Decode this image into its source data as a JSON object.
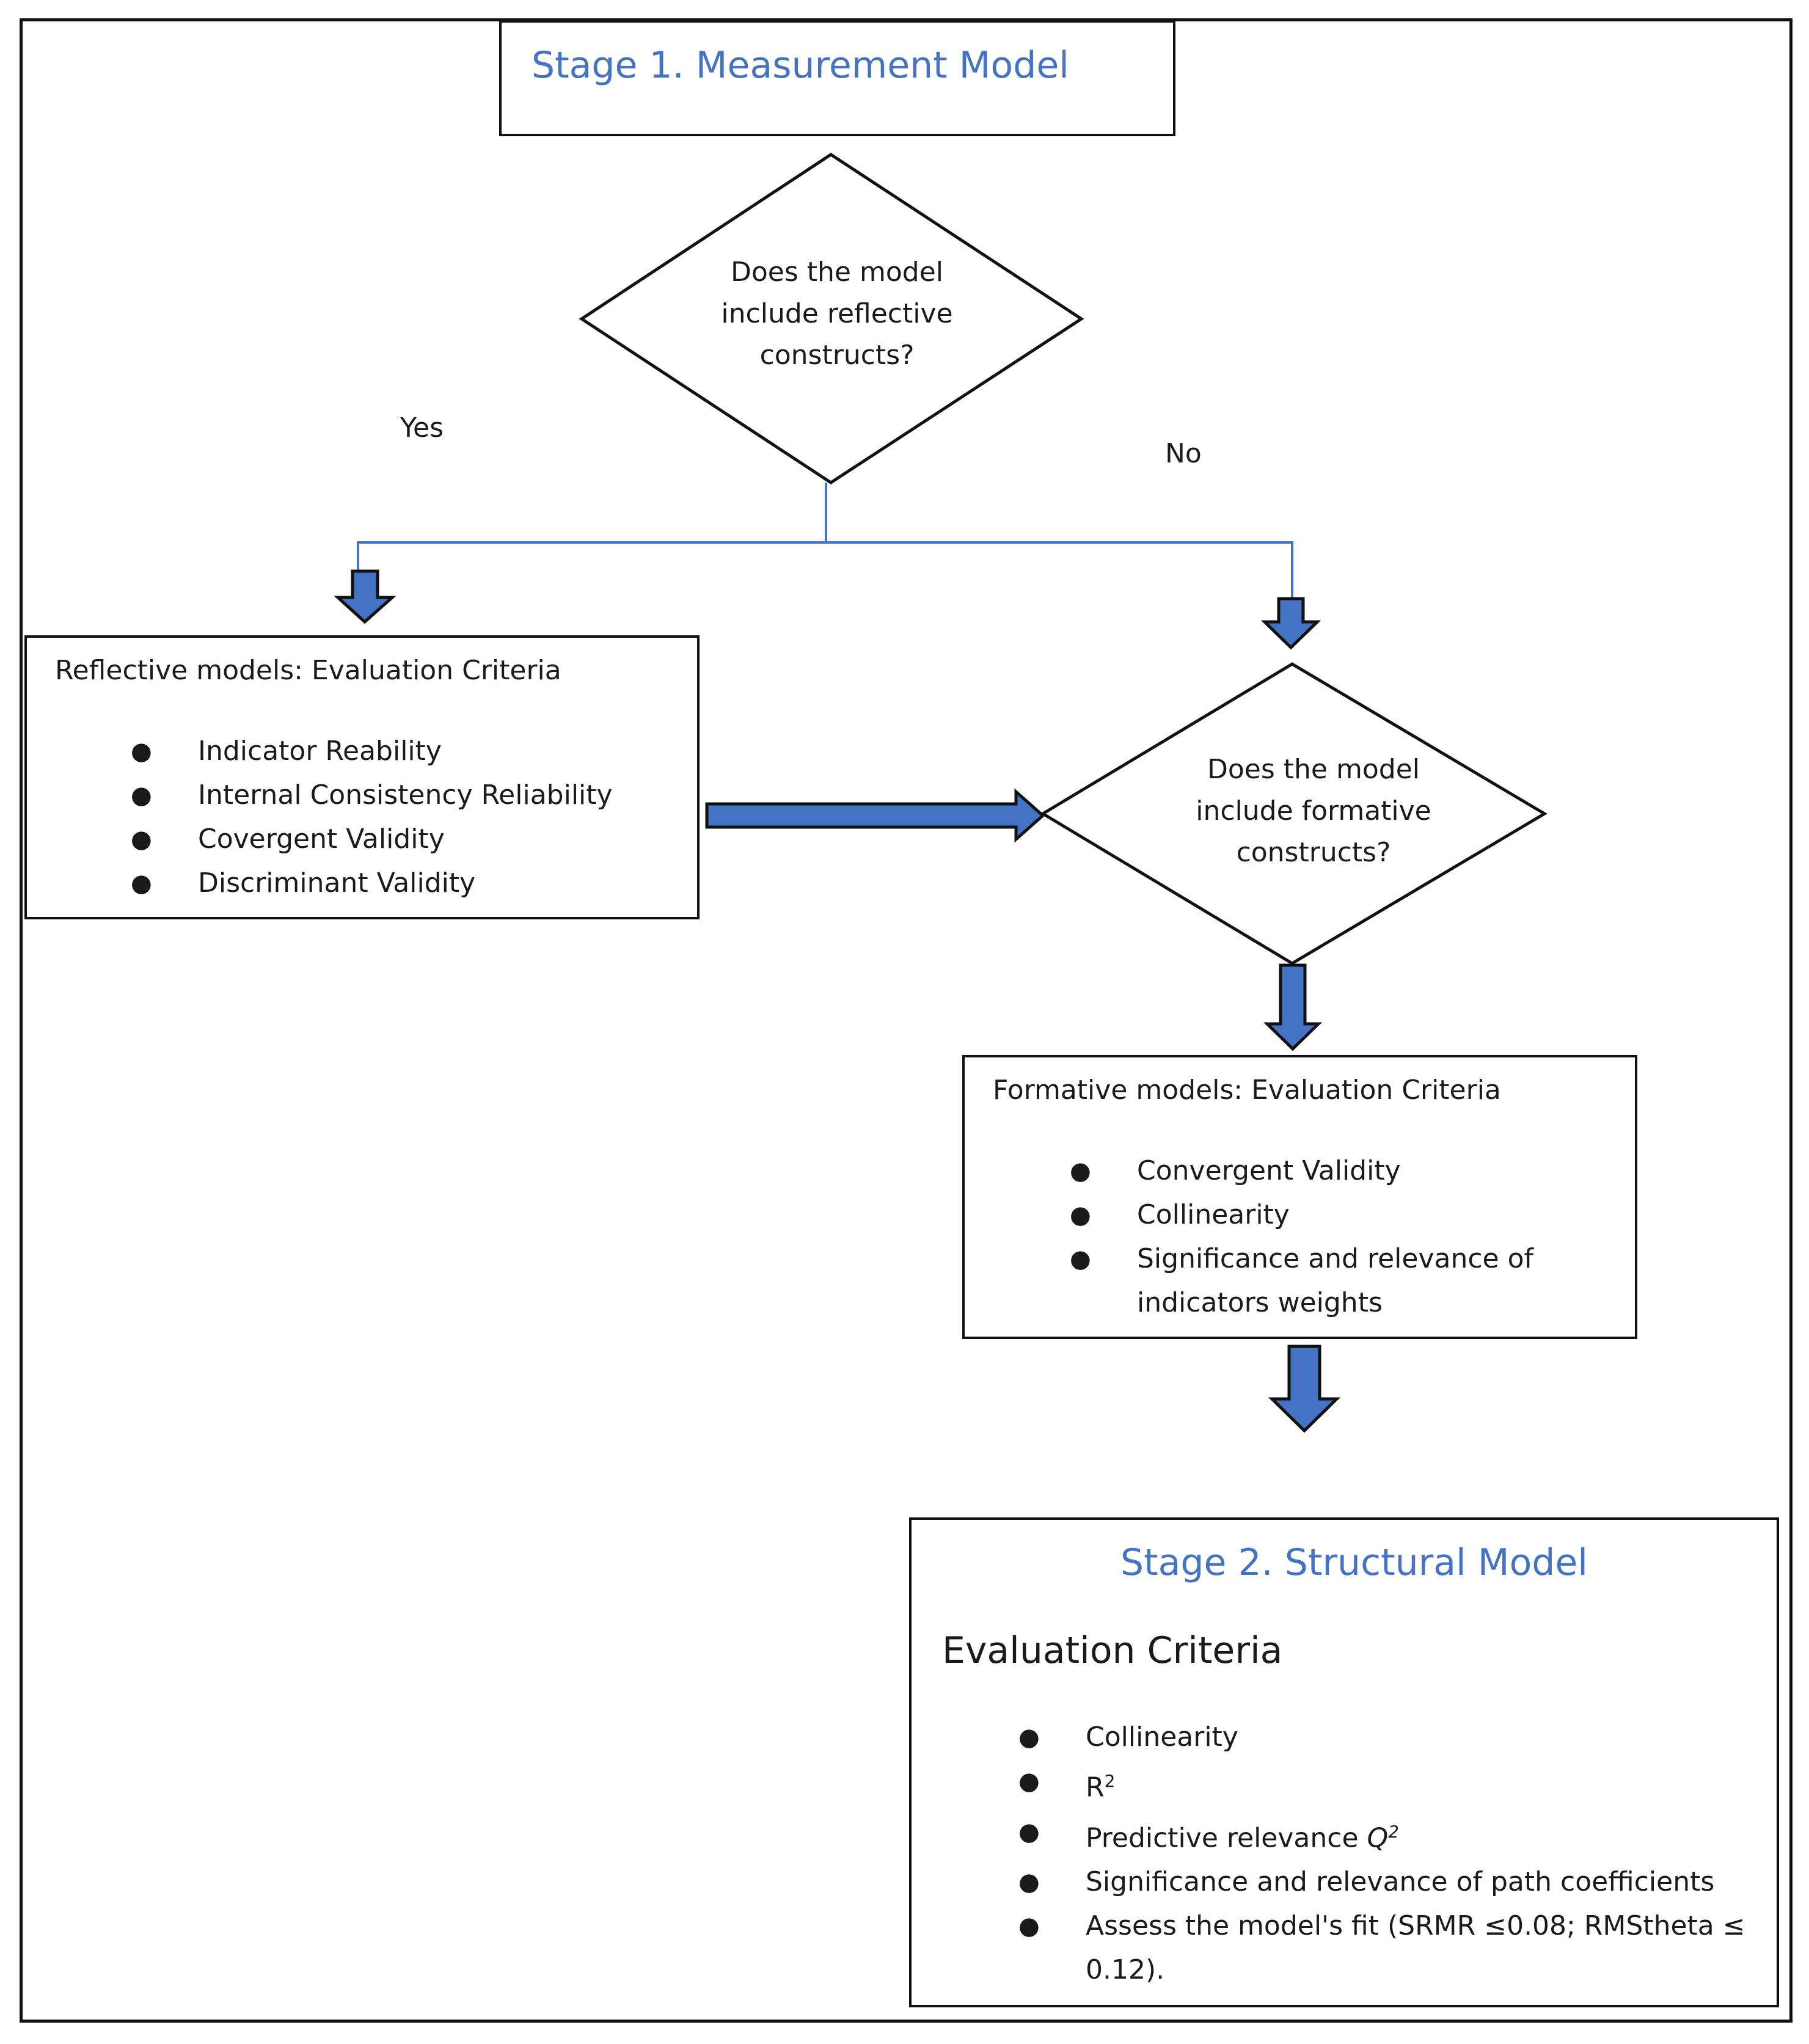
{
  "stage1": {
    "title": "Stage 1. Measurement Model"
  },
  "decision_reflective": {
    "line1": "Does the model",
    "line2": "include reflective",
    "line3": "constructs?"
  },
  "branch_yes": "Yes",
  "branch_no": "No",
  "reflective_box": {
    "title": "Reflective models: Evaluation Criteria",
    "items": [
      "Indicator Reability",
      "Internal Consistency Reliability",
      "Covergent Validity",
      "Discriminant Validity"
    ]
  },
  "decision_formative": {
    "line1": "Does the model",
    "line2": "include formative",
    "line3": "constructs?"
  },
  "formative_box": {
    "title": "Formative  models: Evaluation Criteria",
    "items": [
      "Convergent Validity",
      "Collinearity",
      "Significance and relevance of",
      "indicators weights"
    ]
  },
  "stage2": {
    "title": "Stage 2. Structural Model",
    "subtitle": "Evaluation Criteria",
    "items": {
      "collinearity": "Collinearity",
      "r2_base": "R",
      "r2_sup": "2",
      "q2_text": "Predictive relevance ",
      "q2_base": "Q",
      "q2_sup": "2",
      "path": "Significance and relevance of path coefficients",
      "fit_line1": "Assess the model's fit (SRMR ≤0.08; RMStheta ≤",
      "fit_line2": "0.12)."
    }
  },
  "colors": {
    "accent": "#4472c4",
    "arrow_fill": "#4472c4",
    "arrow_stroke": "#111111",
    "connector": "#4472c4"
  }
}
